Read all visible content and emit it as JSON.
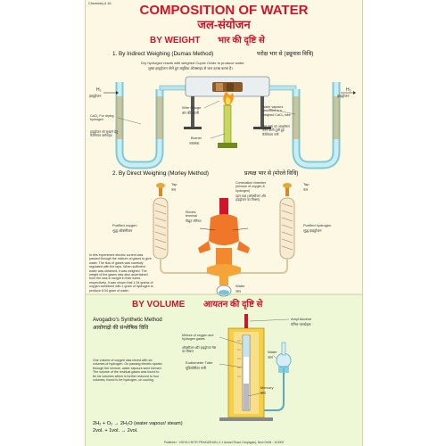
{
  "header": {
    "tag": "Chemistry # 16",
    "title": "COMPOSITION OF WATER",
    "title_hindi": "जल-संयोजन"
  },
  "weight": {
    "heading": "BY WEIGHT",
    "heading_hindi": "भार की दृष्टि से",
    "indirect": {
      "title": "1. By Indirect Weighing (Dumas Method)",
      "title_hindi": "परोक्ष भार से (ड्यूमास विधि)",
      "desc": "Dry hydrogen reacts with weighed Cupric Oxide to produce water.",
      "desc_hindi": "शुष्क हाइड्रोजन तोले हुए क्यूप्रिक ऑक्साइड से जल उत्पन्न करता है।",
      "h2_left": "H₂",
      "h2_left_hindi": "हाइड्रोजन",
      "h2_right": "H₂",
      "h2_right_hindi": "हाइड्रोजन",
      "cacl2_label": "CaCl₂ For drying hydrogen",
      "cacl2_hindi": "हाइड्रोजन को सुखाने हेतु कैल्शियम क्लोराइड",
      "wire_gauge": "Wire Gauge",
      "wire_gauge_hindi": "तार की जाली",
      "burner": "Burner",
      "burner_hindi": "ज्वालक",
      "vapours": "Water vapours absorbed in a weighed CaCl₂ tube",
      "vapours_hindi": "जल वाष्प का अवशोषण करने वाली तुली हुई कैल्शियम नली"
    },
    "direct": {
      "title": "2. By Direct Weighing (Morley Method)",
      "title_hindi": "प्रत्यक्ष भार से (मोरले विधि)",
      "tap_left": "Tap",
      "tap_left_hindi": "नल",
      "tap_right": "Tap",
      "tap_right_hindi": "नल",
      "chamber": "Combustion chamber (mixture of oxygen & hydrogen)",
      "chamber_hindi": "दहन कक्ष (ऑक्सीजन और हाइड्रोजन का मिश्रण)",
      "terminal": "Electric terminal",
      "terminal_hindi": "विद्युत टर्मिनल",
      "oxygen": "Purified oxygen",
      "oxygen_hindi": "शुद्ध ऑक्सीजन",
      "hydrogen": "Purified hydrogen",
      "hydrogen_hindi": "शुद्ध हाइड्रोजन",
      "water": "Water",
      "water_hindi": "जल",
      "experiment": "In this experiment electric current was passed through the mixture of gases to give water. The flow of gases was carefully regulated with the taps. When sufficient water was obtained, it was weighed. The weight of the gases was also ascertained from the loss in weight in their tubes respectively. It was shown that 1.94 grams of oxygen combined with 1 gram of hydrogen to produce 8.94 gram of water."
    }
  },
  "volume": {
    "heading": "BY VOLUME",
    "heading_hindi": "आयतन की दृष्टि से",
    "method": "Avogadro's Synthetic Method",
    "method_hindi": "आवोगाद्रो की संश्लेषिक विधि",
    "amyl": "Amyl Alcohol",
    "amyl_hindi": "एमिल एल्कोहल",
    "mixture": "Mixture of oxygen and hydrogen gases",
    "mixture_hindi": "ऑक्सीजन और हाइड्रोजन गैस का मिश्रण",
    "water": "Water",
    "water_hindi": "जल",
    "eudiometer": "Eudiometer Tube",
    "eudiometer_hindi": "यूडियोमीटर नली",
    "mercury": "Mercury",
    "mercury_hindi": "पारा",
    "para": "One volume of oxygen was mixed with six volumes of hydrogen. On passing electric sparks through the mixture, water vapours were formed. The volume of the residual gases was found to be six volumes which is further reduced to four volumes, found to be hydrogen, on cooling.",
    "eq1": "2H₂ + O₂  →  2H₂O (water vapour/ steam)",
    "eq2": "2vol. + 1vol.  →  2vol."
  },
  "footer": "Publisher : VIDYA CHITR PRAKASHAN, # 1 Ansari Road, Daryaganj, New Delhi - 110002"
}
